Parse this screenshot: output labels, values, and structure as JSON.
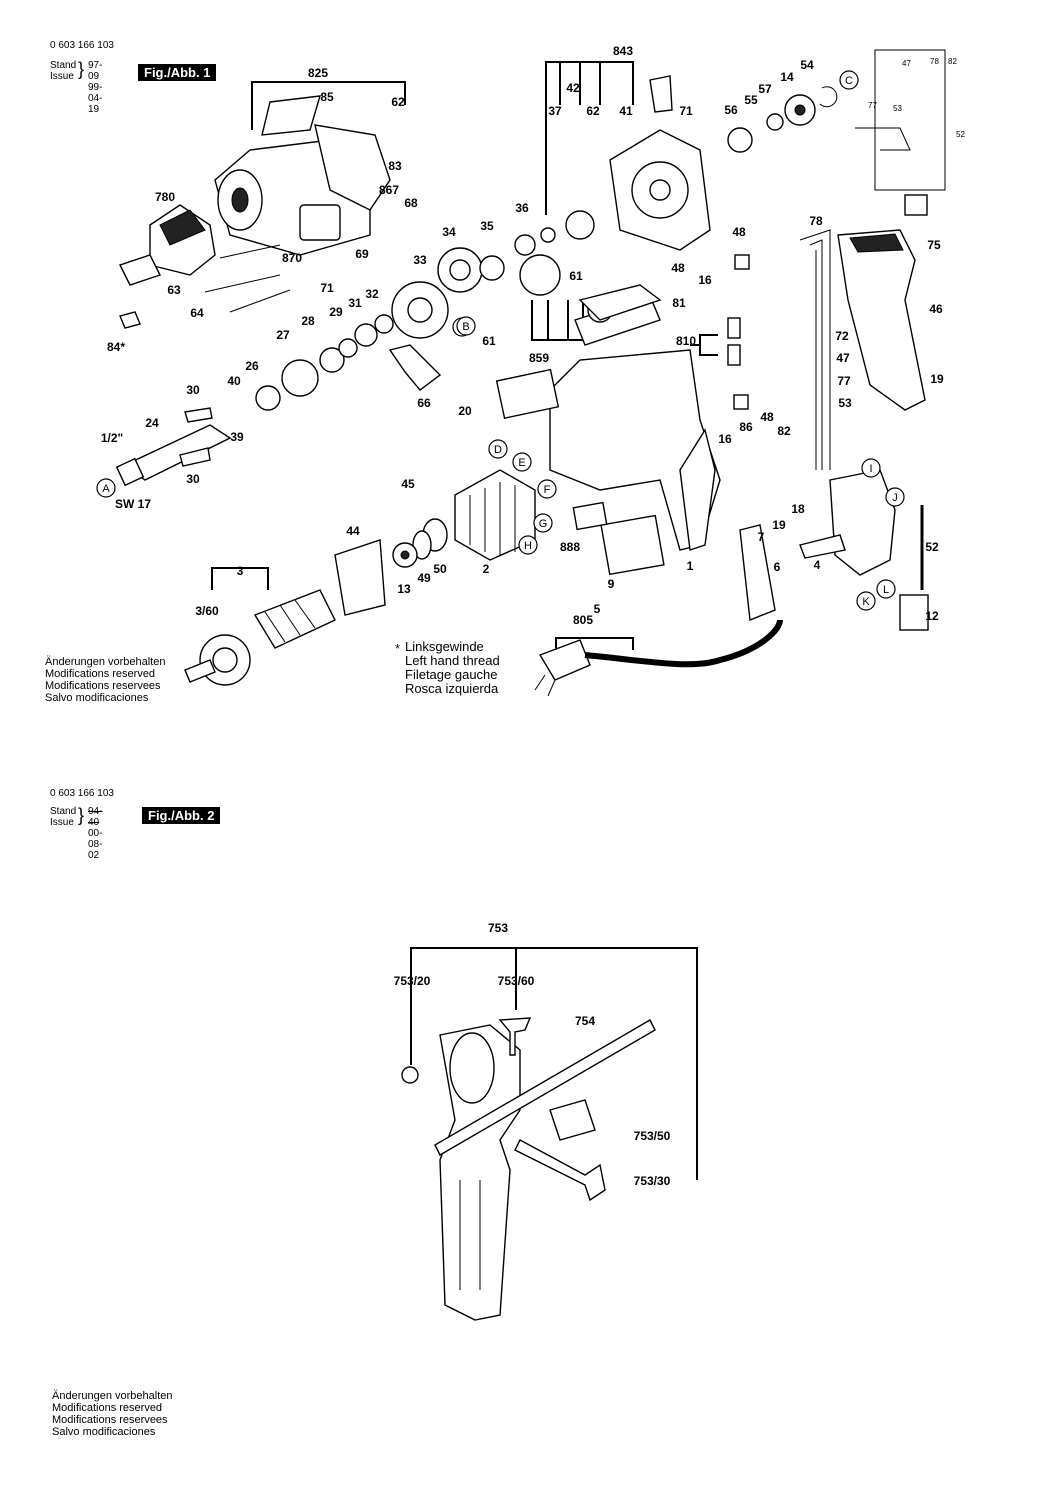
{
  "figure1": {
    "part_number": "0 603 166 103",
    "stand_label": "Stand",
    "issue_label": "Issue",
    "stand_value": "97-09",
    "issue_value": "99-04-19",
    "fig_label": "Fig./Abb. 1",
    "labels": [
      "825",
      "85",
      "62",
      "83",
      "867",
      "68",
      "870",
      "69",
      "71",
      "780",
      "63",
      "64",
      "84*",
      "843",
      "42",
      "37",
      "62",
      "41",
      "71",
      "36",
      "35",
      "34",
      "33",
      "32",
      "31",
      "29",
      "28",
      "27",
      "26",
      "40",
      "39",
      "30",
      "24",
      "1/2\"",
      "SW 17",
      "30",
      "66",
      "B",
      "61",
      "859",
      "61",
      "48",
      "81",
      "810",
      "56",
      "55",
      "57",
      "14",
      "54",
      "78",
      "75",
      "48",
      "16",
      "72",
      "46",
      "47",
      "77",
      "53",
      "19",
      "16",
      "86",
      "48",
      "82",
      "20",
      "45",
      "D",
      "E",
      "F",
      "G",
      "H",
      "2",
      "50",
      "49",
      "13",
      "44",
      "3",
      "3/60",
      "888",
      "9",
      "1",
      "7",
      "6",
      "5",
      "805",
      "18",
      "19",
      "4",
      "52",
      "12",
      "A",
      "B",
      "C",
      "I",
      "J",
      "K",
      "L"
    ],
    "notes": [
      "Änderungen vorbehalten",
      "Modifications reserved",
      "Modifications reservees",
      "Salvo modificaciones"
    ],
    "thread_note": [
      "Linksgewinde",
      "Left hand thread",
      "Filetage gauche",
      "Rosca izquierda"
    ],
    "star": "*",
    "schematic_labels": [
      "47",
      "78",
      "82",
      "77",
      "53",
      "52"
    ]
  },
  "figure2": {
    "part_number": "0 603 166 103",
    "stand_label": "Stand",
    "issue_label": "Issue",
    "stand_value": "94-40",
    "issue_value": "00-08-02",
    "fig_label": "Fig./Abb. 2",
    "labels": [
      "753",
      "753/20",
      "753/60",
      "754",
      "753/50",
      "753/30"
    ],
    "notes": [
      "Änderungen vorbehalten",
      "Modifications reserved",
      "Modifications reservees",
      "Salvo modificaciones"
    ]
  },
  "icons": [
    "drill-chuck-icon",
    "gear-icon",
    "motor-armature-icon",
    "handle-icon",
    "power-cord-icon",
    "depth-stop-icon"
  ]
}
